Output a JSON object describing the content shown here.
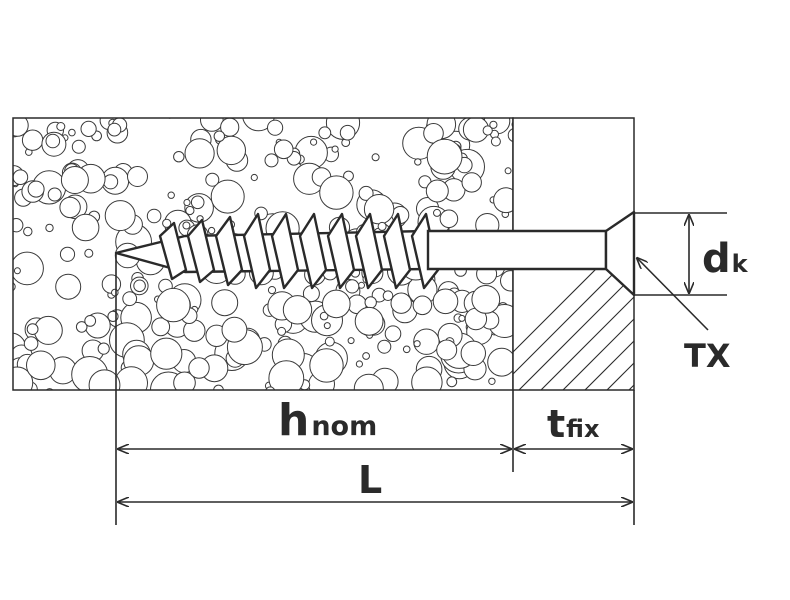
{
  "labels": {
    "h_main": "h",
    "h_sub": "nom",
    "t_main": "t",
    "t_sub": "fix",
    "L": "L",
    "d_main": "d",
    "d_sub": "k",
    "tx": "TX"
  },
  "colors": {
    "line": "#2a2a2a",
    "bubble": "#3a3a3a",
    "background": "#ffffff"
  }
}
